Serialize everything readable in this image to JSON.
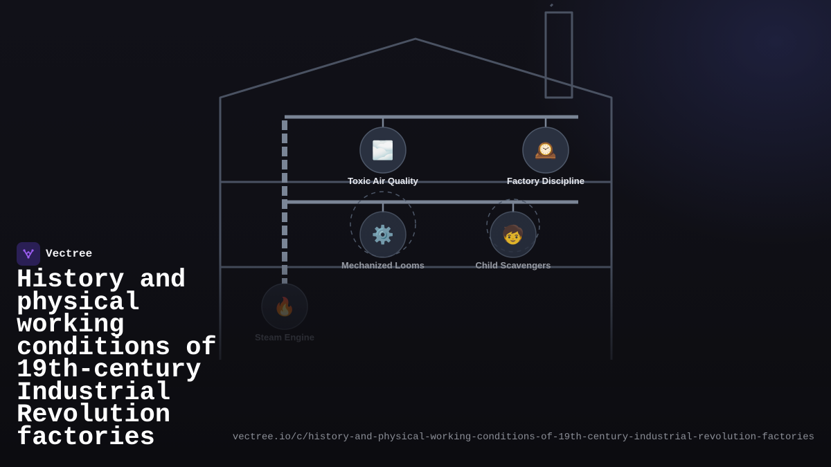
{
  "brand": {
    "name": "Vectree",
    "logo_icon": "vectree-logo-icon",
    "logo_color": "#9b5cf0"
  },
  "title": "History and physical working conditions of 19th-century Industrial Revolution factories",
  "url": "vectree.io/c/history-and-physical-working-conditions-of-19th-century-industrial-revolution-factories",
  "colors": {
    "outline": "#4a5262",
    "branch": "#7a8596",
    "node_fill": "#2a3140",
    "node_stroke": "#4e5869",
    "label_bright": "#e6e8ee",
    "label_mid": "#a7abb4",
    "label_dim": "#5c606a"
  },
  "nodes": [
    {
      "id": "toxic-air-quality",
      "label": "Toxic Air Quality",
      "icon": "fog-icon",
      "glyph": "🌫️"
    },
    {
      "id": "factory-discipline",
      "label": "Factory Discipline",
      "icon": "clock-icon",
      "glyph": "🕰️"
    },
    {
      "id": "mechanized-looms",
      "label": "Mechanized Looms",
      "icon": "gear-icon",
      "glyph": "⚙️"
    },
    {
      "id": "child-scavengers",
      "label": "Child Scavengers",
      "icon": "child-icon",
      "glyph": "🧒"
    },
    {
      "id": "steam-engine",
      "label": "Steam Engine",
      "icon": "fire-icon",
      "glyph": "🔥"
    }
  ]
}
